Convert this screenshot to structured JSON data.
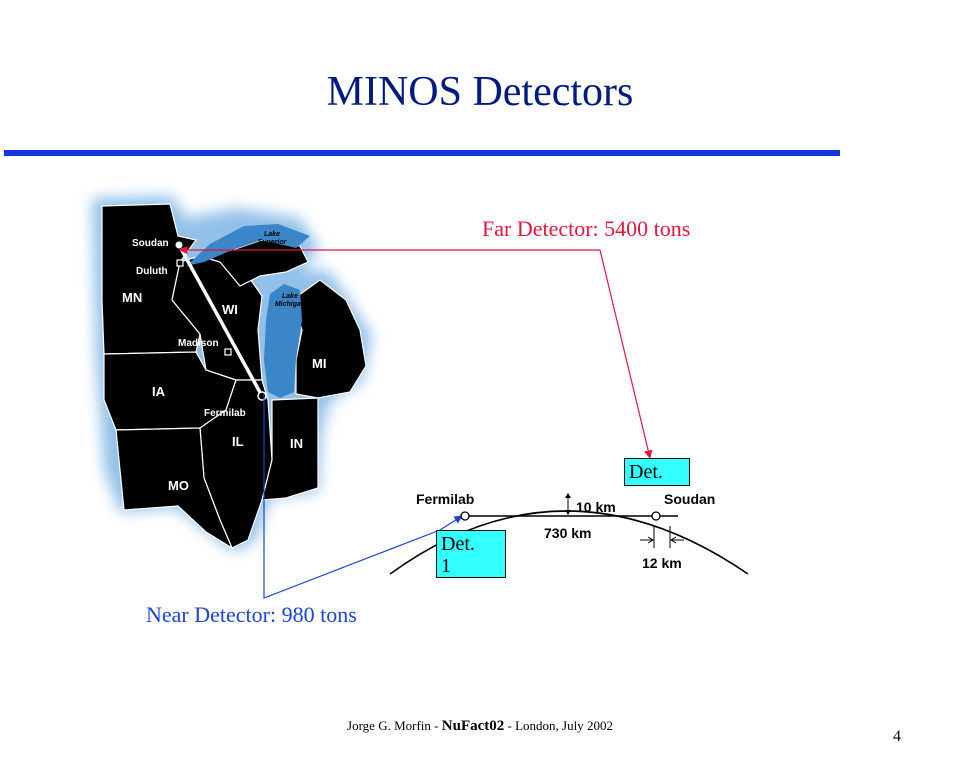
{
  "slide": {
    "title": "MINOS Detectors",
    "far_label": "Far Detector: 5400 tons",
    "near_label": "Near Detector: 980 tons",
    "det_box_far": "Det.",
    "det_box_near": "Det.\n1",
    "footer_author": "Jorge G. Morfin - ",
    "footer_event": "NuFact02",
    "footer_rest": " - London, July 2002",
    "page_number": "4"
  },
  "map": {
    "cities": {
      "soudan": "Soudan",
      "duluth": "Duluth",
      "madison": "Madison",
      "fermilab": "Fermilab"
    },
    "states": {
      "mn": "MN",
      "wi": "WI",
      "ia": "IA",
      "il": "IL",
      "in": "IN",
      "mo": "MO",
      "mi": "MI"
    },
    "lakes": {
      "superior": "Lake\nSuperior",
      "michigan": "Lake\nMichigan"
    }
  },
  "profile": {
    "left_site": "Fermilab",
    "right_site": "Soudan",
    "depth": "10 km",
    "distance": "730 km",
    "width": "12 km"
  },
  "colors": {
    "title": "#001a80",
    "rule": "#1436d8",
    "far": "#e0183c",
    "near": "#1a44d8",
    "box": "#33ffff"
  }
}
